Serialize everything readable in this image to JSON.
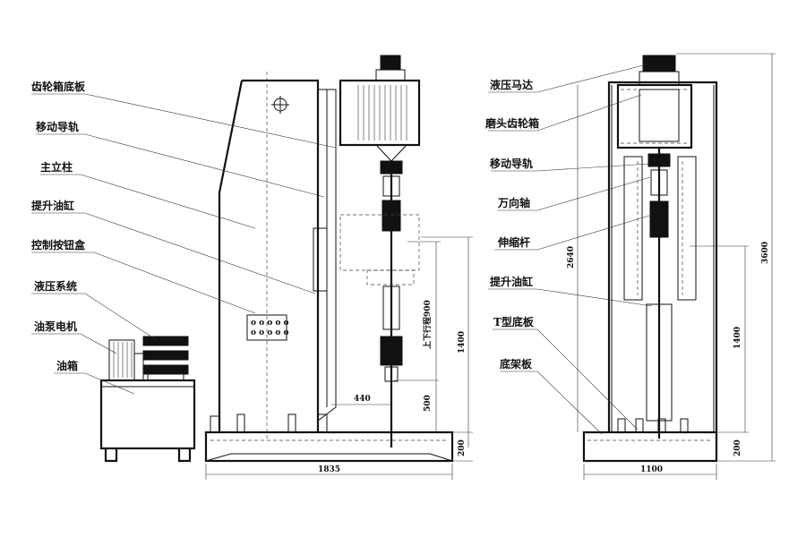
{
  "left_view": {
    "labels": [
      "齿轮箱底板",
      "移动导轨",
      "主立柱",
      "提升油缸",
      "控制按钮盒",
      "液压系统",
      "油泵电机",
      "油箱"
    ],
    "dimensions": {
      "total_width": "1835",
      "offset": "440",
      "stroke": "上下行程900",
      "height_1400": "1400",
      "height_500": "500",
      "base": "200"
    }
  },
  "right_view": {
    "labels": [
      "液压马达",
      "磨头齿轮箱",
      "移动导轨",
      "万向轴",
      "伸缩杆",
      "提升油缸",
      "T型底板",
      "底架板"
    ],
    "dimensions": {
      "total_width": "1100",
      "height_2640": "2640",
      "height_3600": "3600",
      "height_1400": "1400",
      "base": "200"
    }
  }
}
